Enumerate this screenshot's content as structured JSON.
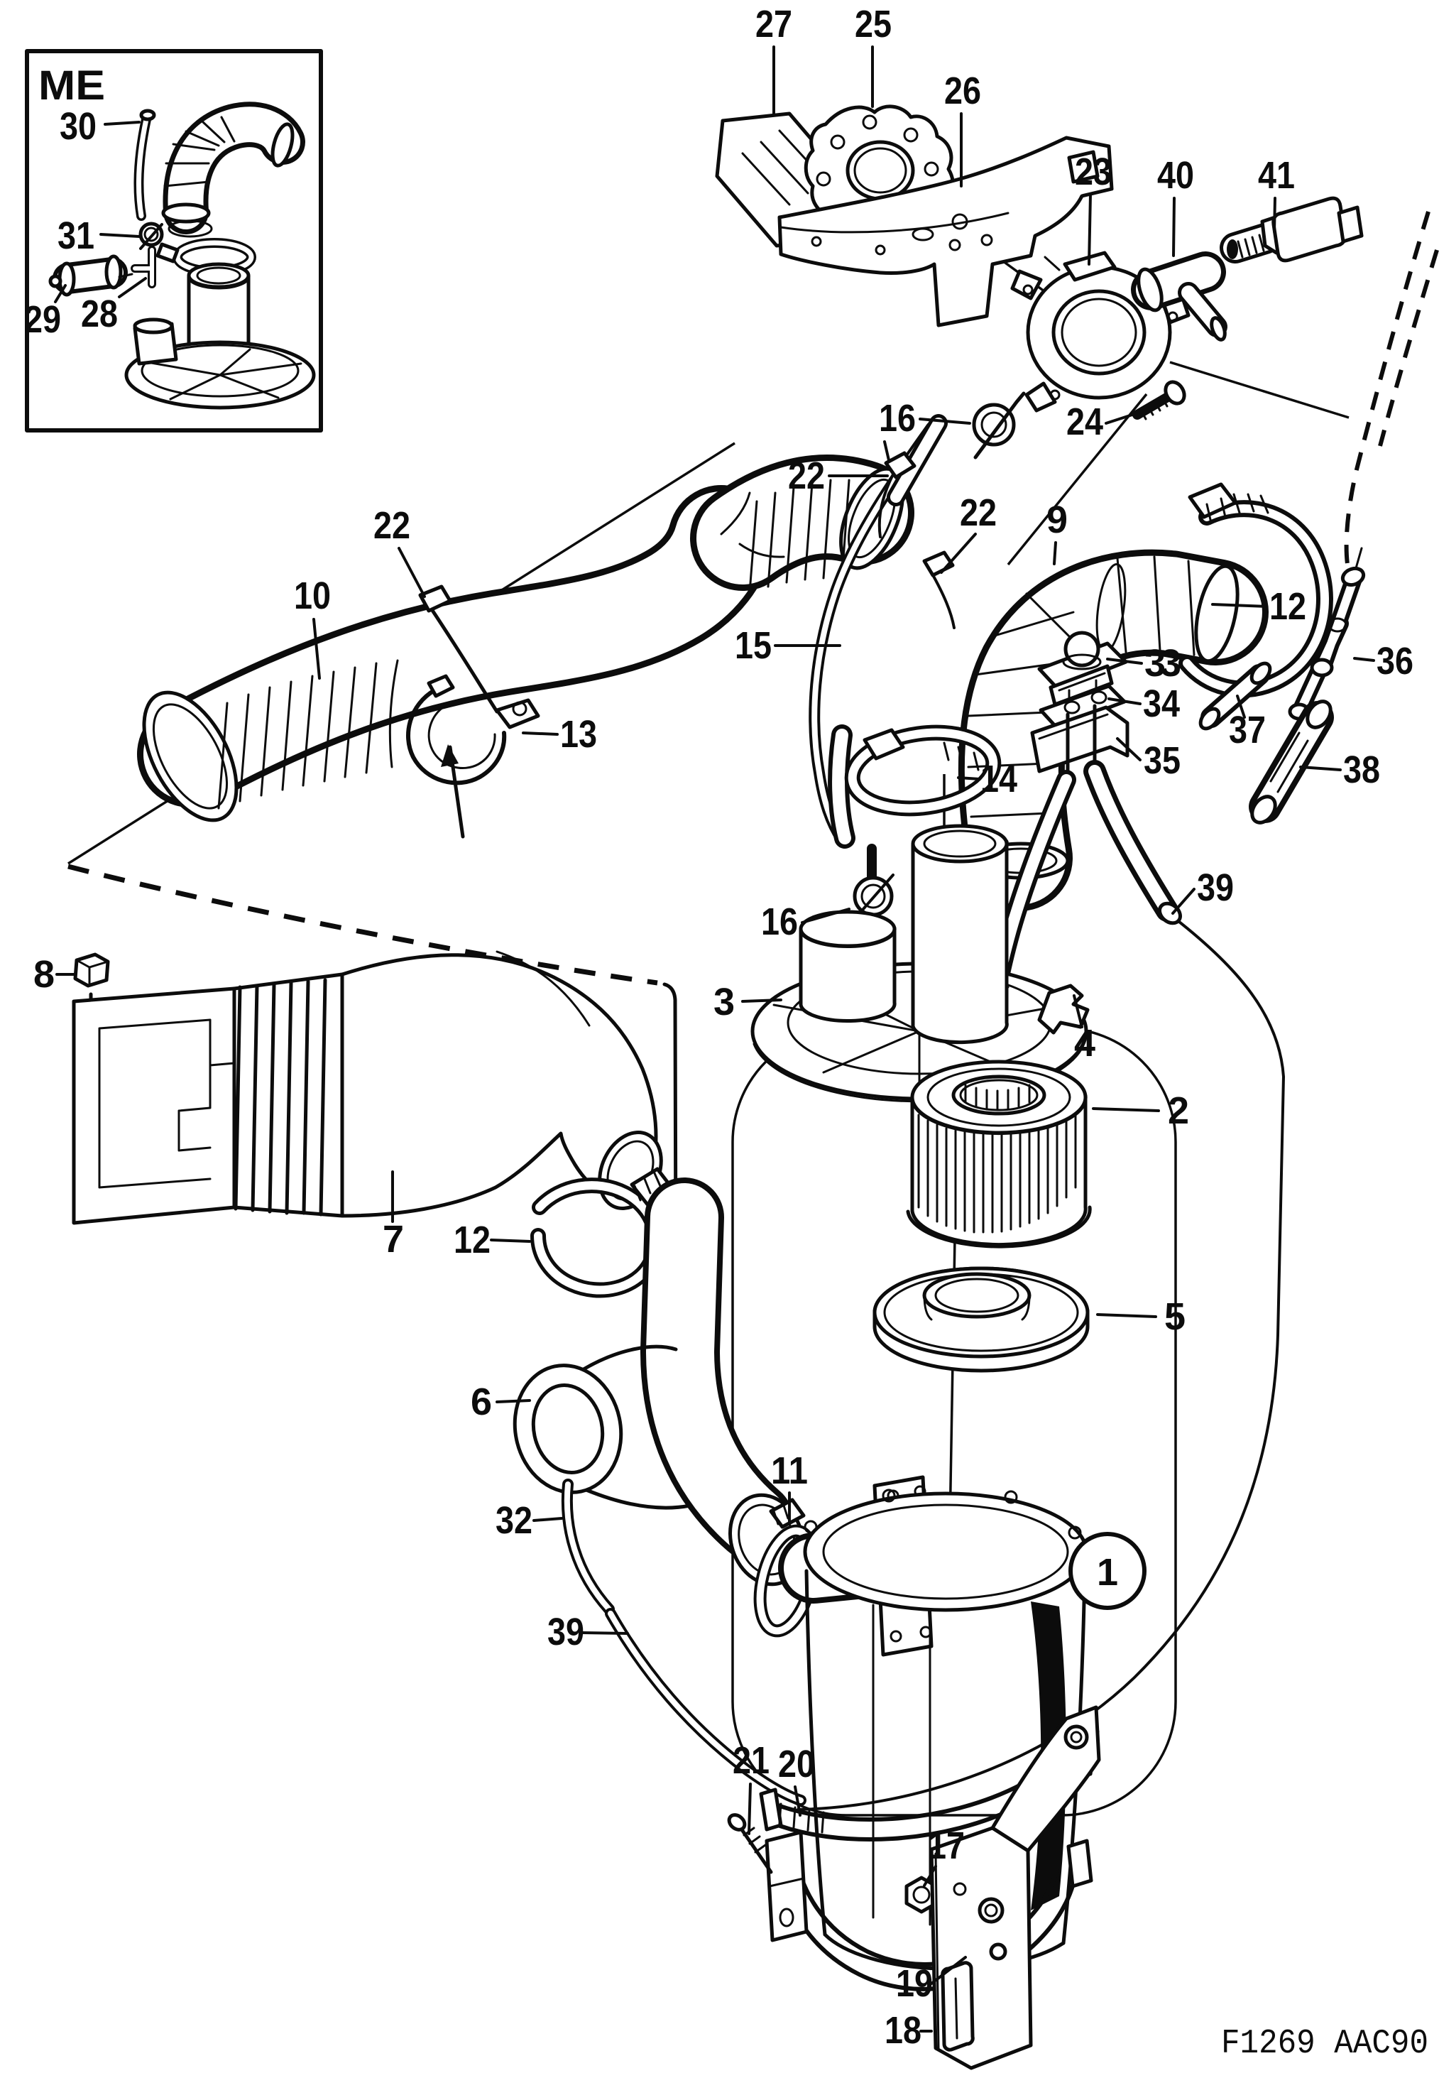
{
  "figure": {
    "code": "F1269 AAC90",
    "ink": "#0c0c0c",
    "paper": "#ffffff"
  },
  "inset": {
    "title": "ME"
  },
  "callouts": {
    "inset_30": "30",
    "inset_31": "31",
    "inset_29": "29",
    "inset_28": "28",
    "p27": "27",
    "p25": "25",
    "p26": "26",
    "p23": "23",
    "p40": "40",
    "p41": "41",
    "p24": "24",
    "p16_top": "16",
    "p22_left": "22",
    "p22_mid": "22",
    "p9": "9",
    "p12_right": "12",
    "p15": "15",
    "p33": "33",
    "p34": "34",
    "p35": "35",
    "p36": "36",
    "p37": "37",
    "p38": "38",
    "p39_right": "39",
    "p10": "10",
    "p22_hose": "22",
    "p13": "13",
    "p16_low": "16",
    "p14": "14",
    "p3": "3",
    "p4": "4",
    "p8": "8",
    "p7": "7",
    "p12_left": "12",
    "p6": "6",
    "p32": "32",
    "p39_left": "39",
    "p11": "11",
    "p2": "2",
    "p5": "5",
    "p1": "1",
    "p21": "21",
    "p20": "20",
    "p19": "19",
    "p17": "17",
    "p18": "18"
  }
}
